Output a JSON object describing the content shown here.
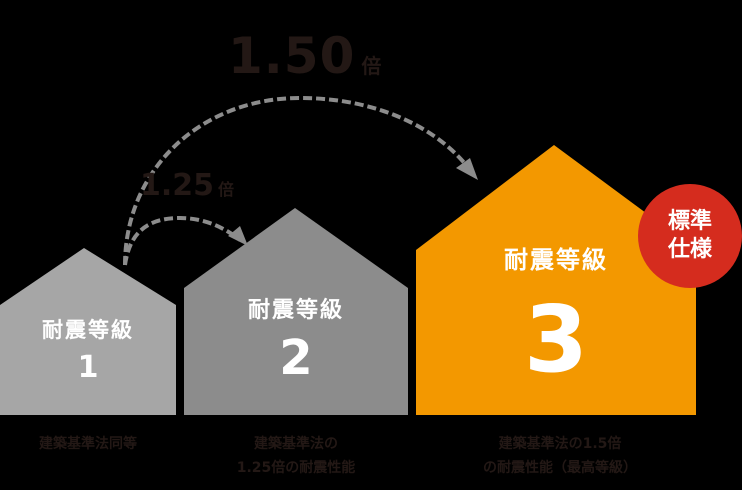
{
  "colors": {
    "background": "#000000",
    "house_grade1": "#a6a6a6",
    "house_grade2": "#8c8c8c",
    "house_grade3": "#f39800",
    "arrow": "#8c8c8c",
    "badge": "#d52c1e",
    "text_dark": "#231815",
    "text_light": "#ffffff"
  },
  "ratios": {
    "big": {
      "value": "1.50",
      "unit": "倍"
    },
    "small": {
      "value": "1.25",
      "unit": "倍"
    }
  },
  "houses": [
    {
      "label": "耐震等級",
      "grade": "1",
      "caption_lines": [
        "建築基準法同等"
      ]
    },
    {
      "label": "耐震等級",
      "grade": "2",
      "caption_lines": [
        "建築基準法の",
        "1.25倍の耐震性能"
      ]
    },
    {
      "label": "耐震等級",
      "grade": "3",
      "caption_lines": [
        "建築基準法の1.5倍",
        "の耐震性能（最高等級）"
      ]
    }
  ],
  "badge": {
    "line1": "標準",
    "line2": "仕様"
  }
}
